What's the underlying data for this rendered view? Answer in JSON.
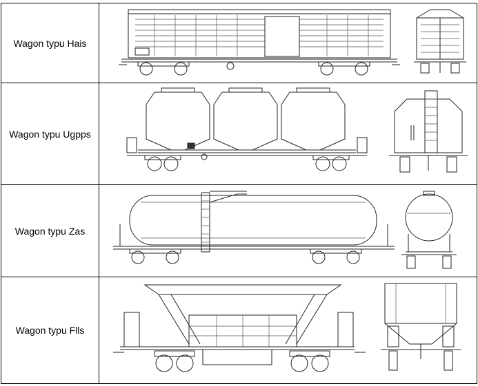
{
  "wagons": [
    {
      "label": "Wagon typu Hais"
    },
    {
      "label": "Wagon typu Ugpps"
    },
    {
      "label": "Wagon typu Zas"
    },
    {
      "label": "Wagon typu Flls"
    }
  ]
}
